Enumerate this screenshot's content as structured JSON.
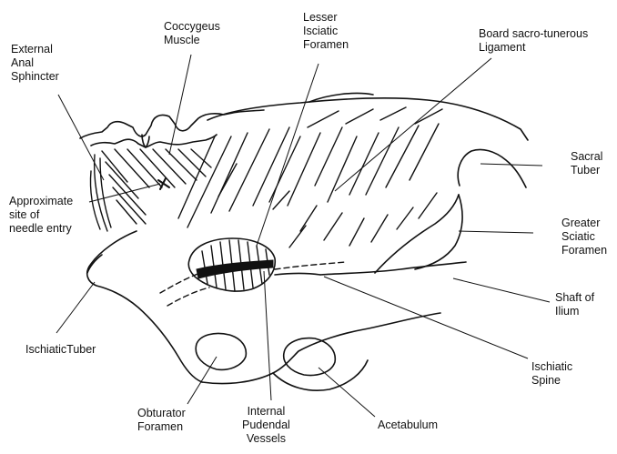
{
  "labels": {
    "coccygeus_muscle": [
      "Coccygeus",
      "Muscle"
    ],
    "lesser_sciatic_foramen": [
      "Lesser",
      "Isciatic",
      "Foramen"
    ],
    "sacrotuberous_ligament": [
      "Board sacro-tunerous",
      "Ligament"
    ],
    "external_anal_sphincter": [
      "External",
      "Anal",
      "Sphincter"
    ],
    "sacral_tuber": [
      "Sacral",
      "Tuber"
    ],
    "needle_entry": [
      "Approximate",
      "site of",
      "needle entry"
    ],
    "greater_sciatic_foramen": [
      "Greater",
      "Sciatic",
      "Foramen"
    ],
    "shaft_of_ilium": [
      "Shaft of",
      "Ilium"
    ],
    "ischiatic_tuber": [
      "IschiaticTuber"
    ],
    "ischiatic_spine": [
      "Ischiatic",
      "Spine"
    ],
    "obturator_foramen": [
      "Obturator",
      "Foramen"
    ],
    "internal_pudendal_vessels": [
      "Internal",
      "Pudendal",
      "Vessels"
    ],
    "acetabulum": [
      "Acetabulum"
    ]
  },
  "colors": {
    "line": "#111111",
    "background": "#ffffff"
  }
}
